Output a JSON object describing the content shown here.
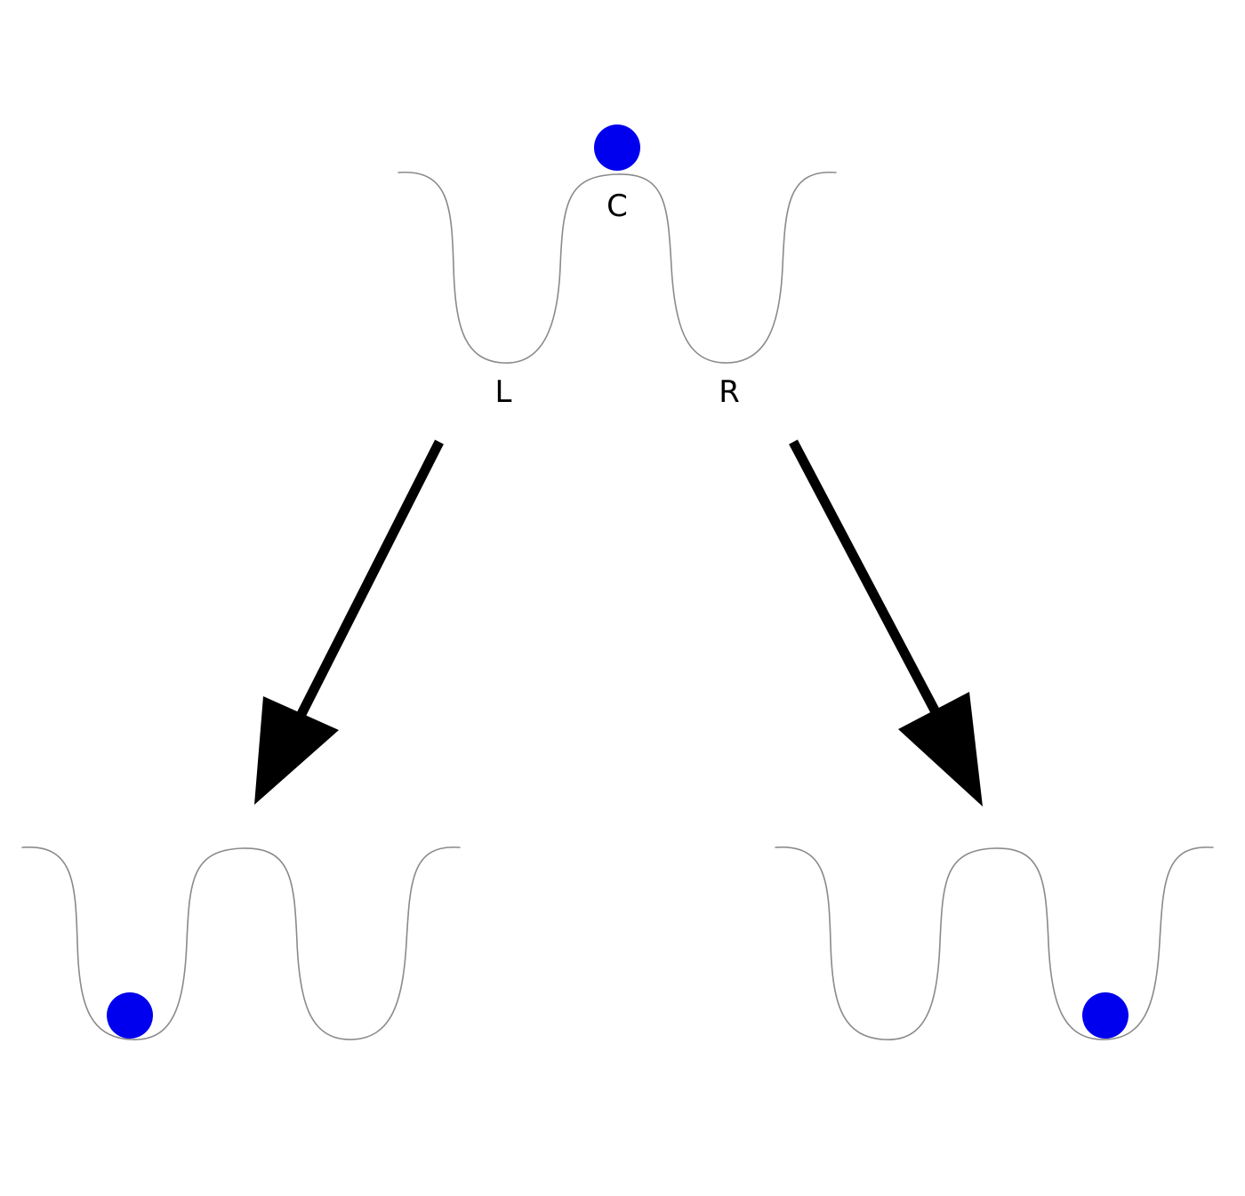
{
  "colors": {
    "ball": "#0000ee",
    "curve": "#8a8a8a",
    "arrow": "#000000",
    "label": "#000000",
    "background": "#ffffff"
  },
  "labels": {
    "center": "C",
    "left": "L",
    "right": "R"
  },
  "states": {
    "initial": {
      "ball_position": "C"
    },
    "outcome_left": {
      "ball_position": "L"
    },
    "outcome_right": {
      "ball_position": "R"
    }
  }
}
